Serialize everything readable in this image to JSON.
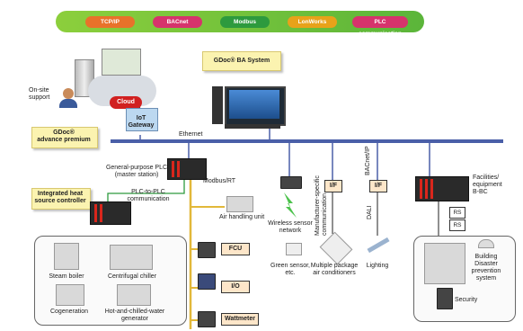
{
  "protocols": [
    {
      "label": "TCP/IP",
      "color": "#e8722a"
    },
    {
      "label": "BACnet",
      "color": "#d6336c"
    },
    {
      "label": "Modbus",
      "color": "#2d9a3e"
    },
    {
      "label": "LonWorks",
      "color": "#e8a21a"
    },
    {
      "label": "PLC communication",
      "color": "#d6336c"
    }
  ],
  "system": {
    "title": "GDoc® BA System",
    "on_site_support": "On-site\nsupport",
    "cloud": "Cloud",
    "iot_gateway": "IoT\nGateway",
    "ethernet": "Ethernet",
    "gdoc_advance": "GDoc®\nadvance premium"
  },
  "plc": {
    "general": "General-purpose PLC\n(master station)",
    "plc_to_plc": "PLC-to-PLC\ncommunication",
    "heat_source": "Integrated heat\nsource controller",
    "modbus_rt": "Modbus/RT"
  },
  "heat_equipment": {
    "steam_boiler": "Steam boiler",
    "centrifugal_chiller": "Centrifugal chiller",
    "cogeneration": "Cogeneration",
    "hot_chilled": "Hot-and-chilled-water\ngenerator"
  },
  "modbus_devices": {
    "ahu": "Air handling unit",
    "fcu": "FCU",
    "io": "I/O",
    "wattmeter": "Wattmeter"
  },
  "wireless": {
    "network": "Wireless sensor\nnetwork",
    "green_sensor": "Green sensor,\netc."
  },
  "hvac": {
    "if_label": "I/F",
    "manufacturer_comm": "Manufacturer-specific\ncommunication",
    "package_ac": "Multiple package\nair conditioners"
  },
  "lighting": {
    "if_label": "I/F",
    "bacnet_ip": "BACnet/IP",
    "dali": "DALI",
    "lighting": "Lighting"
  },
  "facilities": {
    "title": "Facilities/\nequipment\nB-BC",
    "rs1": "RS",
    "rs2": "RS",
    "disaster": "Building\nDisaster\nprevention\nsystem",
    "security": "Security"
  }
}
